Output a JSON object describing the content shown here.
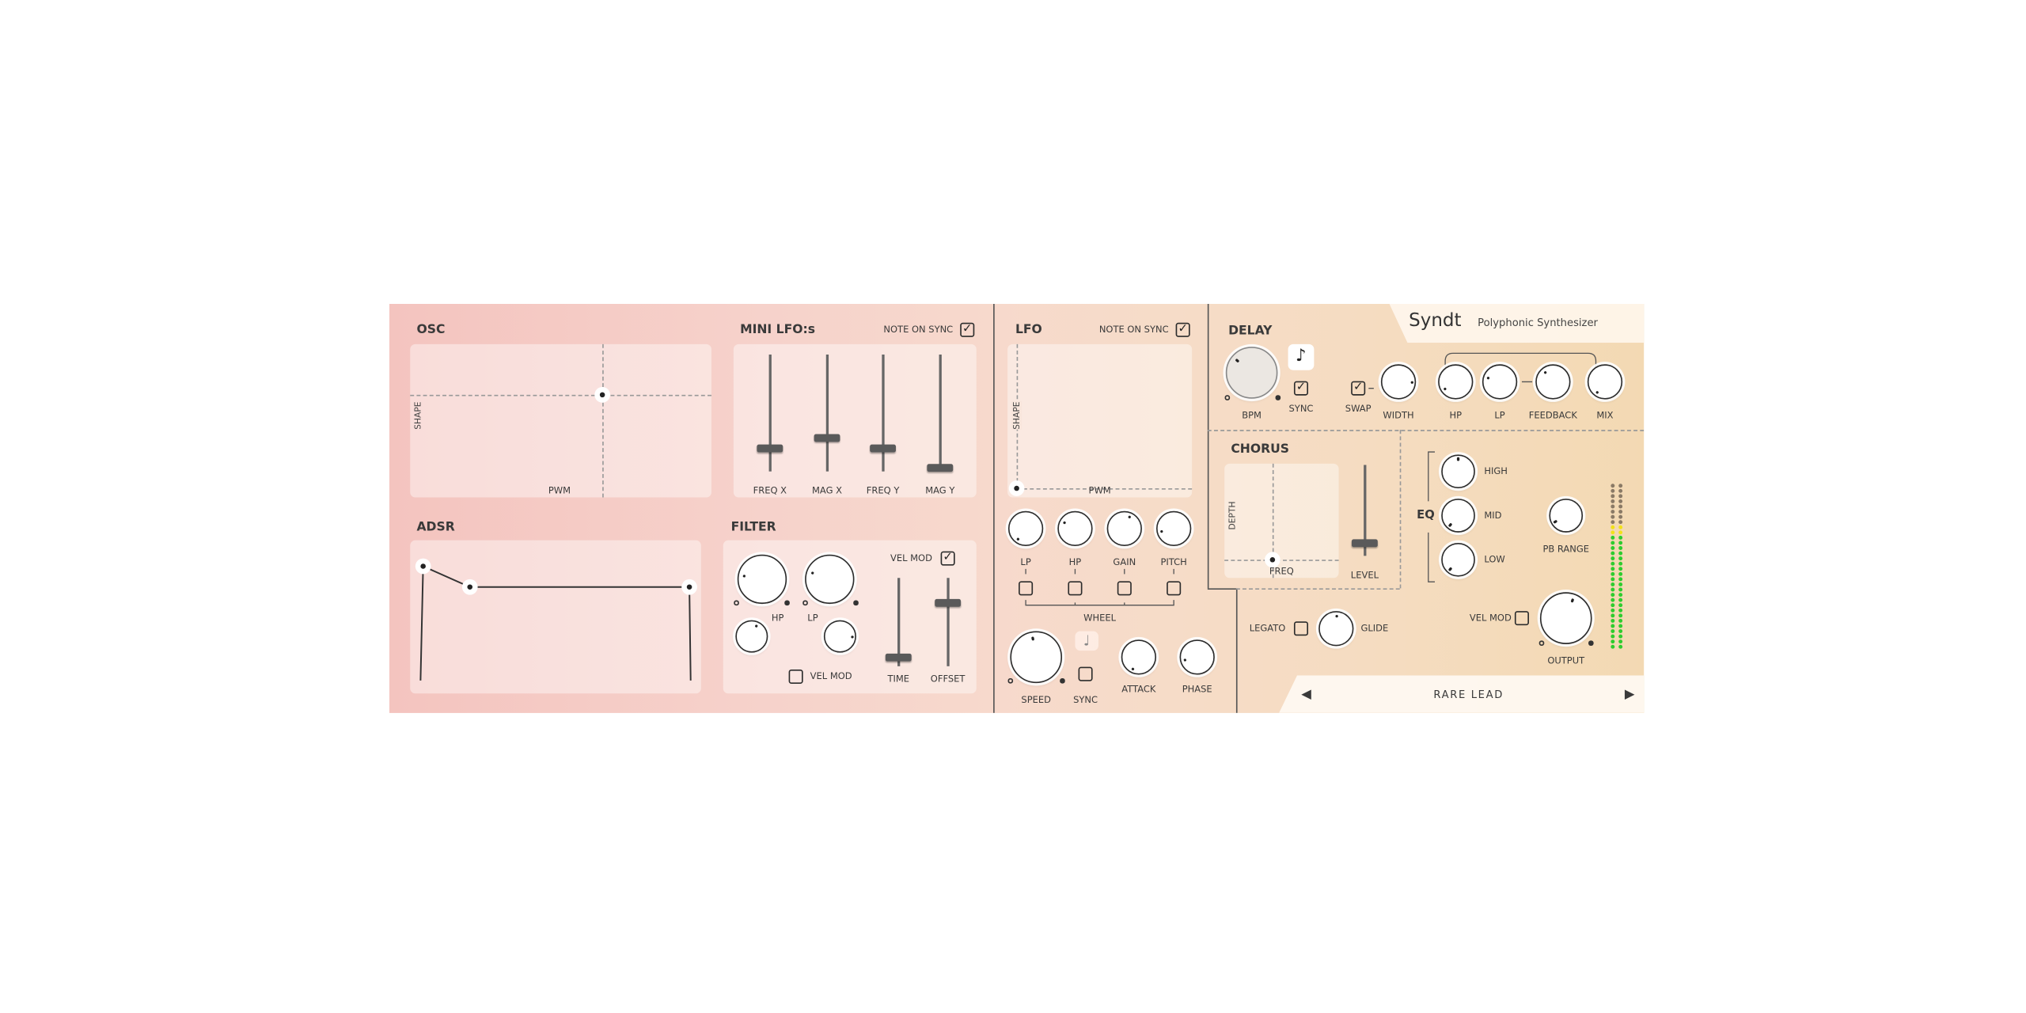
{
  "osc": {
    "title": "OSC",
    "y_label": "SHAPE",
    "x_label": "PWM"
  },
  "mini_lfos": {
    "title": "MINI LFO:s",
    "note_on_sync_label": "NOTE ON SYNC",
    "note_on_sync": true,
    "sliders": [
      {
        "label": "FREQ X",
        "value": 0.2
      },
      {
        "label": "MAG X",
        "value": 0.29
      },
      {
        "label": "FREQ Y",
        "value": 0.2
      },
      {
        "label": "MAG Y",
        "value": 0.03
      }
    ]
  },
  "adsr": {
    "title": "ADSR"
  },
  "filter": {
    "title": "FILTER",
    "hp_label": "HP",
    "lp_label": "LP",
    "vel_mod_label": "VEL MOD",
    "vel_mod_top": true,
    "vel_mod_bottom": false,
    "time_label": "TIME",
    "offset_label": "OFFSET"
  },
  "lfo": {
    "title": "LFO",
    "note_on_sync_label": "NOTE ON SYNC",
    "note_on_sync": true,
    "y_label": "SHAPE",
    "x_label": "PWM",
    "knobs": [
      {
        "label": "LP"
      },
      {
        "label": "HP"
      },
      {
        "label": "GAIN"
      },
      {
        "label": "PITCH"
      }
    ],
    "wheel_label": "WHEEL",
    "speed_label": "SPEED",
    "sync_label": "SYNC",
    "attack_label": "ATTACK",
    "phase_label": "PHASE",
    "note_icon": "♩"
  },
  "delay": {
    "title": "DELAY",
    "bpm_label": "BPM",
    "sync_label": "SYNC",
    "swap_label": "SWAP",
    "width_label": "WIDTH",
    "hp_label": "HP",
    "lp_label": "LP",
    "feedback_label": "FEEDBACK",
    "mix_label": "MIX",
    "note_icon": "♪"
  },
  "brand": {
    "name": "Syndt",
    "subtitle": "Polyphonic Synthesizer"
  },
  "chorus": {
    "title": "CHORUS",
    "y_label": "DEPTH",
    "x_label": "FREQ",
    "level_label": "LEVEL"
  },
  "eq": {
    "title": "EQ",
    "high": "HIGH",
    "mid": "MID",
    "low": "LOW"
  },
  "pb_range_label": "PB RANGE",
  "output": {
    "vel_mod_label": "VEL MOD",
    "output_label": "OUTPUT"
  },
  "legato": {
    "legato_label": "LEGATO",
    "glide_label": "GLIDE"
  },
  "preset": {
    "name": "RARE LEAD",
    "prev": "◀",
    "next": "▶"
  },
  "check_glyph": "✓",
  "colors": {
    "meter_green": "#2ecc2e",
    "meter_yellow": "#f2e21a",
    "meter_off": "#8a7a66"
  }
}
